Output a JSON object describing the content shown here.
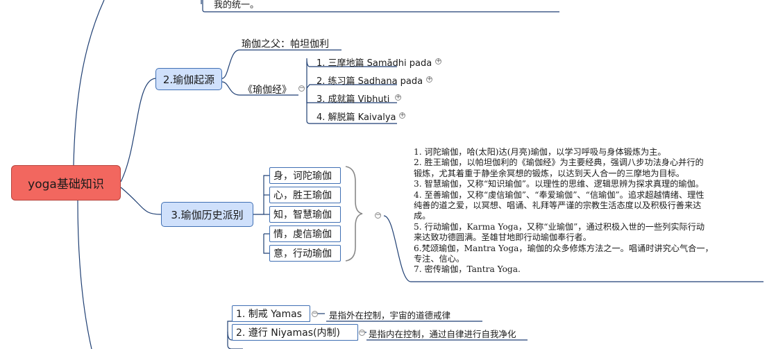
{
  "top_text": "我的统一。",
  "root": {
    "label": "yoga基础知识"
  },
  "origin": {
    "label": "2.瑜伽起源",
    "father": "瑜伽之父：帕坦伽利",
    "sutra": {
      "label": "《瑜伽经》",
      "chapters": [
        "1. 三摩地篇 Samādhi pada",
        "2. 练习篇 Sadhana pada",
        "3. 成就篇 Vibhuti",
        "4. 解脱篇 Kaivalya"
      ]
    }
  },
  "schools": {
    "label": "3.瑜伽历史派别",
    "items": [
      "身，诃陀瑜伽",
      "心，胜王瑜伽",
      "知，智慧瑜伽",
      "情，虔信瑜伽",
      "意，行动瑜伽"
    ],
    "description_lines": [
      "1. 诃陀瑜伽，哈(太阳)达(月亮)瑜伽，以学习呼吸与身体锻炼为主。",
      "2. 胜王瑜伽，以帕坦伽利的《瑜伽经》为主要经典，强调八步功法身心并行的",
      "锻炼，尤其着重于静坐余冥想的锻炼，以达到天人合一的三摩地为目标。",
      "3. 智慧瑜伽，又称“知识瑜伽”。以理性的思维、逻辑思辨为探求真理的瑜伽。",
      "4. 至善瑜伽，又称“虔信瑜伽”、“奉爱瑜伽”、“信瑜伽”。追求超越情绪、理性",
      "纯善的道之爱，以冥想、唱诵、礼拜等严谨的宗教生活态度以及积极行善来达",
      " 成。",
      "5. 行动瑜伽，Karma Yoga，又称“业瑜伽”，通过积极入世的一些列实际行动",
      "来达致功德圆满。圣雄甘地即行动瑜伽奉行者。",
      "6.梵颂瑜伽，Mantra Yoga，瑜伽的众多修炼方法之一。唱诵时讲究心气合一，",
      " 专注、信心。",
      "7. 密传瑜伽，Tantra Yoga."
    ]
  },
  "limbs": {
    "items": [
      {
        "label": "1. 制戒 Yamas",
        "note": "是指外在控制，宇宙的道德戒律"
      },
      {
        "label": "2. 遵行 Niyamas(内制)",
        "note": "是指内在控制，通过自律进行自我净化"
      }
    ]
  }
}
